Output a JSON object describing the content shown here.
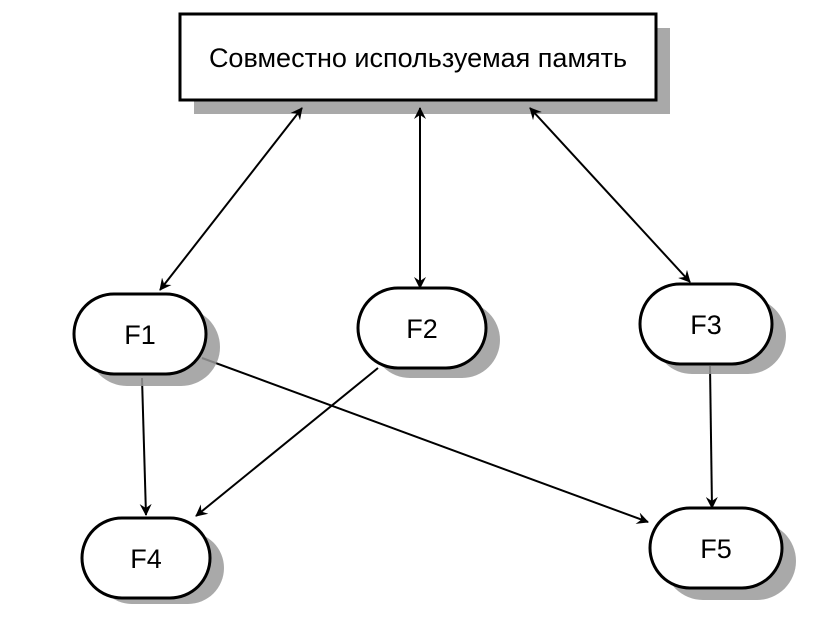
{
  "memory": {
    "label": "Совместно используемая память"
  },
  "nodes": [
    {
      "id": "F1",
      "label": "F1"
    },
    {
      "id": "F2",
      "label": "F2"
    },
    {
      "id": "F3",
      "label": "F3"
    },
    {
      "id": "F4",
      "label": "F4"
    },
    {
      "id": "F5",
      "label": "F5"
    }
  ],
  "edges": [
    {
      "from": "memory",
      "to": "F1",
      "direction": "both"
    },
    {
      "from": "memory",
      "to": "F2",
      "direction": "both"
    },
    {
      "from": "memory",
      "to": "F3",
      "direction": "both"
    },
    {
      "from": "F1",
      "to": "F4",
      "direction": "forward"
    },
    {
      "from": "F1",
      "to": "F5",
      "direction": "forward"
    },
    {
      "from": "F2",
      "to": "F4",
      "direction": "forward"
    },
    {
      "from": "F3",
      "to": "F5",
      "direction": "forward"
    }
  ],
  "colors": {
    "line": "#000000",
    "shadow": "#9a9a9a",
    "fill": "#ffffff"
  }
}
